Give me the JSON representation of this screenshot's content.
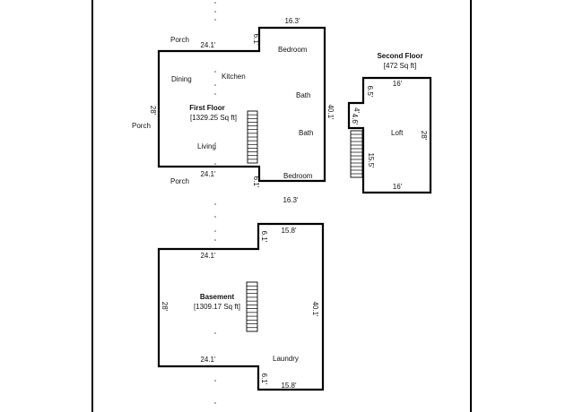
{
  "first_floor": {
    "title": "First Floor",
    "area": "[1329.25 Sq ft]",
    "rooms": {
      "dining": "Dining",
      "kitchen": "Kitchen",
      "living": "Living",
      "bedroom_top": "Bedroom",
      "bath_1": "Bath",
      "bath_2": "Bath",
      "bedroom_bottom": "Bedroom",
      "porch_top": "Porch",
      "porch_left": "Porch",
      "porch_bottom": "Porch"
    },
    "dims": {
      "top_right": "16.3'",
      "top_left": "24.1'",
      "top_notch": "6.1'",
      "left": "28'",
      "right": "40.1'",
      "bottom_left": "24.1'",
      "bottom_notch": "6.1'",
      "bottom_right": "16.3'"
    }
  },
  "second_floor": {
    "title": "Second Floor",
    "area": "[472 Sq ft]",
    "rooms": {
      "loft": "Loft"
    },
    "dims": {
      "top": "16'",
      "notch_upper": "6.5'",
      "notch_small": "4'",
      "notch_mid": "4.6'",
      "notch_lower": "15.5'",
      "right": "28'",
      "bottom": "16'"
    }
  },
  "basement": {
    "title": "Basement",
    "area": "[1309.17 Sq ft]",
    "rooms": {
      "laundry": "Laundry"
    },
    "dims": {
      "top_right": "15.8'",
      "top_notch": "6.1'",
      "top_left": "24.1'",
      "left": "28'",
      "right": "40.1'",
      "bottom_left": "24.1'",
      "bottom_notch": "6.1'",
      "bottom_right": "15.8'"
    }
  }
}
